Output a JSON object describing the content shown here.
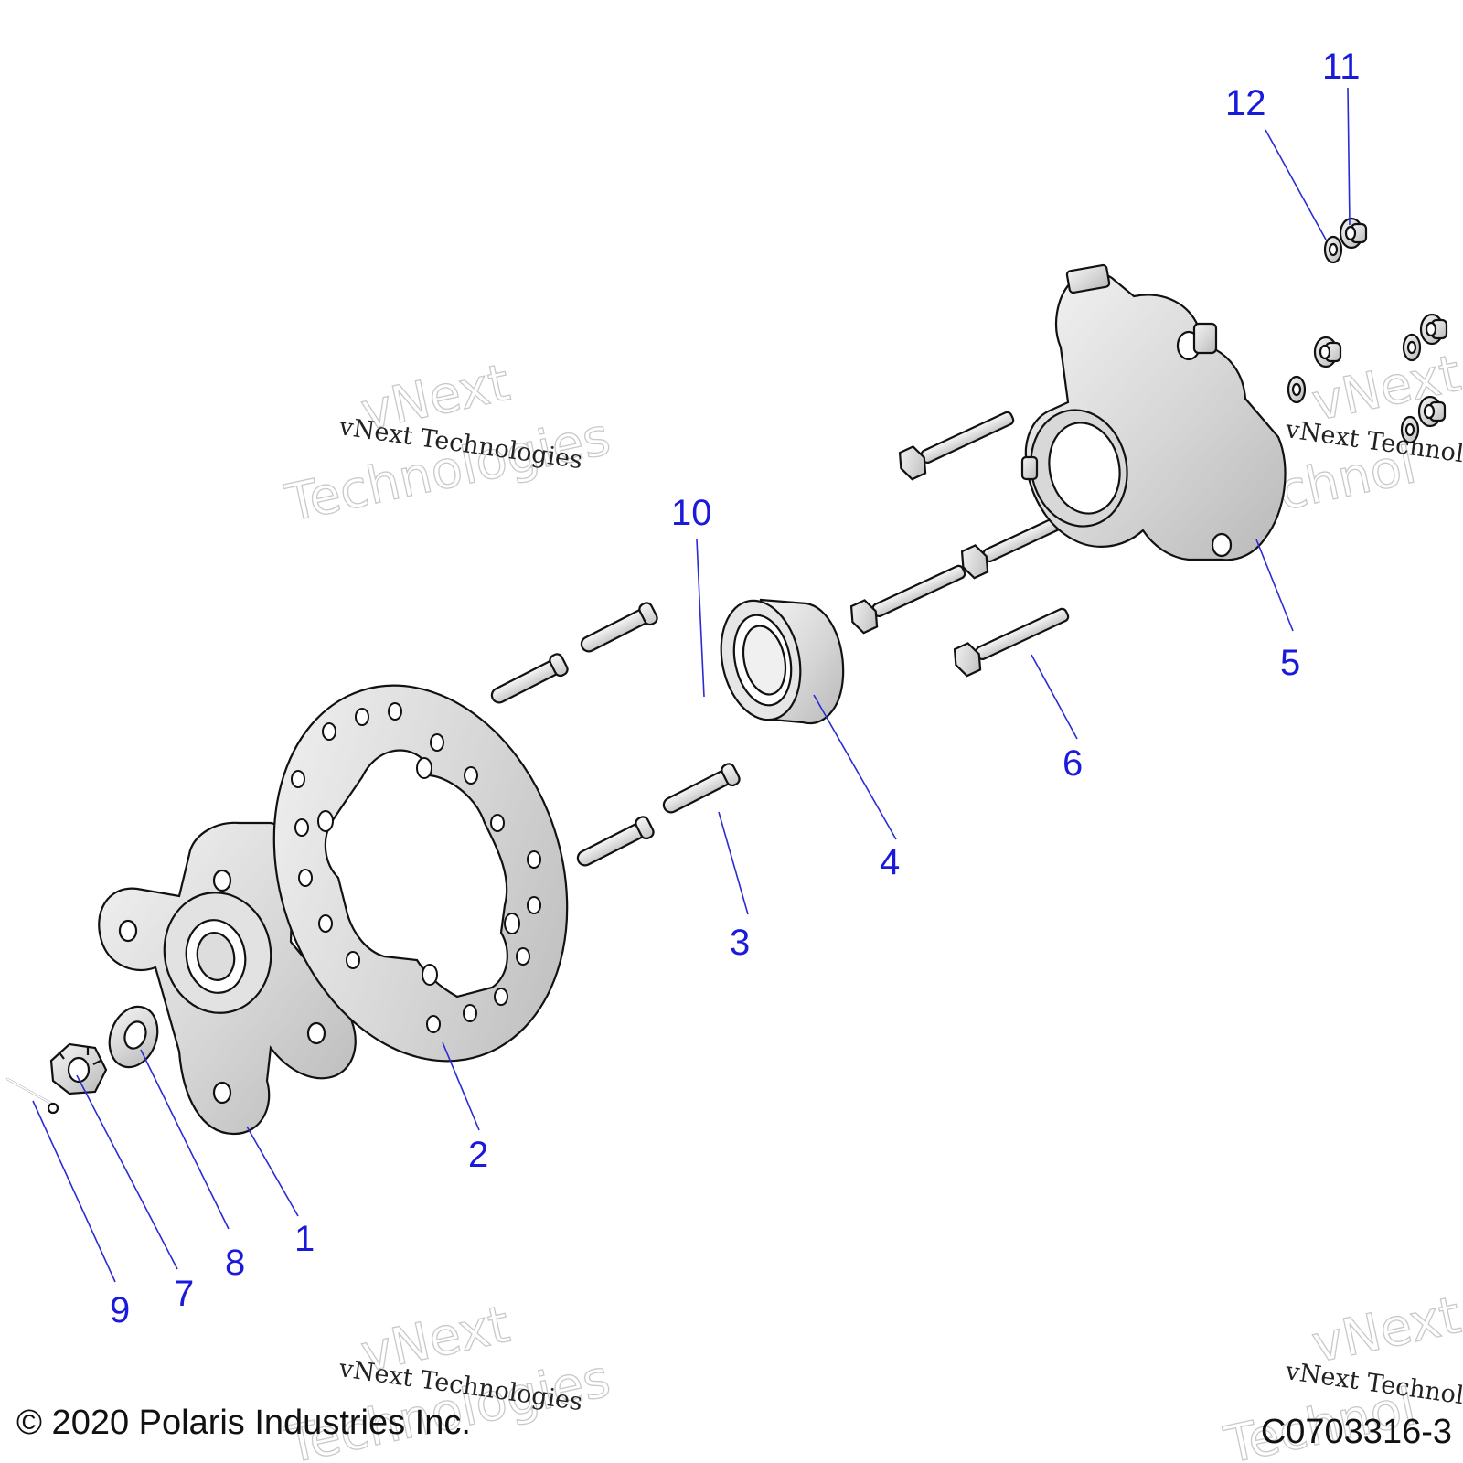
{
  "diagram": {
    "callouts": [
      "1",
      "2",
      "3",
      "4",
      "5",
      "6",
      "7",
      "8",
      "9",
      "10",
      "11",
      "12"
    ],
    "watermark": {
      "line": "vNext Technologies",
      "ghost_top": "vNext",
      "ghost_bottom": "Technologies",
      "ghost_bottom_partial": "Technol"
    },
    "copyright": "© 2020 Polaris Industries Inc.",
    "figure_code": "C0703316-3"
  }
}
